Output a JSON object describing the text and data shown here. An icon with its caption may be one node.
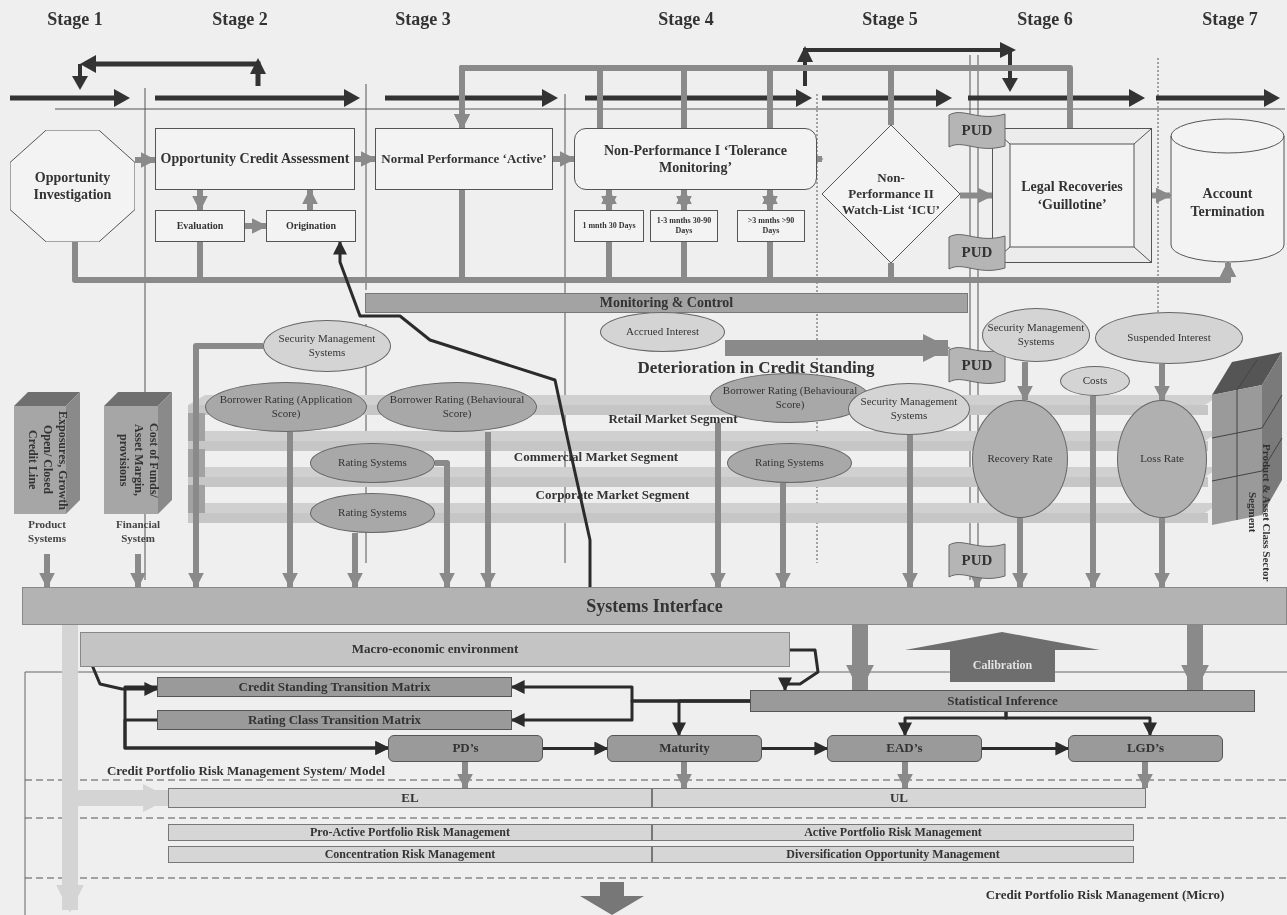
{
  "diagram": {
    "nodes": [
      {
        "text": [
          "Opportunity Investigation"
        ]
      },
      {
        "text": [
          "Opportunity Credit Assessment"
        ]
      },
      {
        "text": [
          "Evaluation"
        ]
      },
      {
        "text": [
          "Origination"
        ]
      },
      {
        "text": [
          "Normal Performance ‘Active’"
        ]
      },
      {
        "text": [
          "Non-Performance I ‘Tolerance Monitoring’"
        ]
      },
      {
        "text": [
          "1 mnth 30 Days"
        ]
      },
      {
        "text": [
          "1-3 mnths 30-90 Days"
        ]
      },
      {
        "text": [
          ">3 mnths >90 Days"
        ]
      },
      {
        "text": [
          "Non-Performance II Watch-List ‘ICU’"
        ]
      },
      {
        "text": [
          "Legal Recoveries ‘Guillotine’"
        ]
      },
      {
        "text": [
          "Account Termination"
        ]
      },
      {
        "text": [
          "PUD"
        ]
      },
      {
        "text": [
          "PUD"
        ]
      },
      {
        "text": [
          "PUD"
        ]
      },
      {
        "text": [
          "PUD"
        ]
      },
      {
        "text": [
          "Monitoring & Control"
        ]
      },
      {
        "text": [
          "Accrued Interest"
        ]
      },
      {
        "text": [
          "Security Management Systems"
        ]
      },
      {
        "text": [
          "Borrower Rating (Application Score)"
        ]
      },
      {
        "text": [
          "Borrower Rating (Behavioural Score)"
        ]
      },
      {
        "text": [
          "Rating Systems"
        ]
      },
      {
        "text": [
          "Rating Systems"
        ]
      },
      {
        "text": [
          "Borrower Rating (Behavioural Score)"
        ]
      },
      {
        "text": [
          "Security Management Systems"
        ]
      },
      {
        "text": [
          "Rating Systems"
        ]
      },
      {
        "text": [
          "Security Management Systems"
        ]
      },
      {
        "text": [
          "Suspended Interest"
        ]
      },
      {
        "text": [
          "Costs"
        ]
      },
      {
        "text": [
          "Recovery Rate"
        ]
      },
      {
        "text": [
          "Loss Rate"
        ]
      },
      {
        "text": [
          "Exposures, Growth Open/ Closed Credit Line"
        ],
        "beside": [
          "Product Systems"
        ]
      },
      {
        "text": [
          "Cost of Funds/ Asset Margin, provisions"
        ],
        "beside": [
          "Financial System"
        ]
      },
      {
        "text": [
          "Systems Interface"
        ]
      },
      {
        "text": [
          "Macro-economic environment"
        ]
      },
      {
        "text": [
          "Calibration"
        ]
      },
      {
        "text": [
          "Credit Standing Transition Matrix"
        ]
      },
      {
        "text": [
          "Rating Class Transition Matrix"
        ]
      },
      {
        "text": [
          "Statistical Inference"
        ]
      },
      {
        "text": [
          "PD’s"
        ]
      },
      {
        "text": [
          "Maturity"
        ]
      },
      {
        "text": [
          "EAD’s"
        ]
      },
      {
        "text": [
          "LGD’s"
        ]
      },
      {
        "text": [
          "EL"
        ]
      },
      {
        "text": [
          "UL"
        ]
      },
      {
        "text": [
          "Pro-Active Portfolio Risk Management"
        ]
      },
      {
        "text": [
          "Active Portfolio Risk Management"
        ]
      },
      {
        "text": [
          "Concentration Risk Management"
        ]
      },
      {
        "text": [
          "Diversification Opportunity Management"
        ]
      },
      {
        "text": [],
        "shape": "arrow"
      }
    ],
    "edges": [
      {
        "from": 0,
        "to": 1,
        "arrow": "to"
      },
      {
        "from": 1,
        "to": 4,
        "arrow": "to"
      },
      {
        "from": 4,
        "to": 5,
        "arrow": "to"
      },
      {
        "from": 5,
        "to": 9,
        "arrow": "to"
      },
      {
        "from": 9,
        "to": 10,
        "arrow": "to"
      },
      {
        "from": 10,
        "to": 11,
        "arrow": "to"
      },
      {
        "from": 1,
        "to": 2,
        "arrow": "to"
      },
      {
        "from": 2,
        "to": 3,
        "arrow": "to"
      },
      {
        "from": 3,
        "to": 1,
        "arrow": "to"
      },
      {
        "from": 5,
        "to": 6,
        "arrow": "both"
      },
      {
        "from": 5,
        "to": 7,
        "arrow": "both"
      },
      {
        "from": 5,
        "to": 8,
        "arrow": "both"
      },
      {
        "from": 0,
        "to": 11,
        "arrow": "to"
      },
      {
        "from": 2,
        "to": 11,
        "arrow": "to"
      },
      {
        "from": 4,
        "to": 11,
        "arrow": "to"
      },
      {
        "from": 6,
        "to": 11,
        "arrow": "to"
      },
      {
        "from": 7,
        "to": 11,
        "arrow": "to"
      },
      {
        "from": 8,
        "to": 11,
        "arrow": "to"
      },
      {
        "from": 9,
        "to": 11,
        "arrow": "to"
      },
      {
        "from": 5,
        "to": 4,
        "arrow": "to"
      },
      {
        "from": 5,
        "to": 4,
        "arrow": "to"
      },
      {
        "from": 5,
        "to": 4,
        "arrow": "to"
      },
      {
        "from": 9,
        "to": 4,
        "arrow": "to"
      },
      {
        "from": 10,
        "to": 4,
        "arrow": "to"
      },
      {
        "from": 33,
        "to": 3,
        "arrow": "to",
        "color": "#2b2b2b"
      },
      {
        "from": 18,
        "to": 33,
        "arrow": "to"
      },
      {
        "from": 19,
        "to": 33,
        "arrow": "to"
      },
      {
        "from": 20,
        "to": 33,
        "arrow": "to"
      },
      {
        "from": 21,
        "to": 33,
        "arrow": "to"
      },
      {
        "from": 22,
        "to": 33,
        "arrow": "to"
      },
      {
        "from": 31,
        "to": 33,
        "arrow": "to"
      },
      {
        "from": 32,
        "to": 33,
        "arrow": "to"
      },
      {
        "from": 23,
        "to": 33,
        "arrow": "to"
      },
      {
        "from": 25,
        "to": 33,
        "arrow": "to"
      },
      {
        "from": 24,
        "to": 33,
        "arrow": "to"
      },
      {
        "from": 15,
        "to": 33,
        "arrow": "to"
      },
      {
        "from": 29,
        "to": 33,
        "arrow": "to"
      },
      {
        "from": 30,
        "to": 33,
        "arrow": "to"
      },
      {
        "from": 28,
        "to": 33,
        "arrow": "to"
      },
      {
        "from": 26,
        "to": 29,
        "arrow": "to"
      },
      {
        "from": 27,
        "to": 30,
        "arrow": "to"
      },
      {
        "from": 17,
        "to": 14,
        "arrow": "to",
        "style": "thick"
      },
      {
        "from": 34,
        "to": 36,
        "arrow": "to",
        "color": "#2b2b2b"
      },
      {
        "from": 34,
        "to": 38,
        "arrow": "to",
        "color": "#2b2b2b"
      },
      {
        "from": 36,
        "to": 39,
        "arrow": "to",
        "color": "#2b2b2b"
      },
      {
        "from": 37,
        "to": 39,
        "arrow": "to",
        "color": "#2b2b2b"
      },
      {
        "from": 38,
        "to": 36,
        "arrow": "to",
        "color": "#2b2b2b"
      },
      {
        "from": 38,
        "to": 37,
        "arrow": "to",
        "color": "#2b2b2b"
      },
      {
        "from": 38,
        "to": 40,
        "arrow": "to",
        "color": "#2b2b2b"
      },
      {
        "from": 38,
        "to": 41,
        "arrow": "to",
        "color": "#2b2b2b"
      },
      {
        "from": 38,
        "to": 42,
        "arrow": "to",
        "color": "#2b2b2b"
      },
      {
        "from": 39,
        "to": 40,
        "arrow": "to",
        "color": "#2b2b2b"
      },
      {
        "from": 40,
        "to": 41,
        "arrow": "to",
        "color": "#2b2b2b"
      },
      {
        "from": 41,
        "to": 42,
        "arrow": "to",
        "color": "#2b2b2b"
      },
      {
        "from": 33,
        "to": 38,
        "arrow": "to",
        "style": "thick"
      },
      {
        "from": 33,
        "to": 38,
        "arrow": "to",
        "style": "thick"
      },
      {
        "from": 33,
        "to": null,
        "arrow": "to",
        "style": "thick",
        "color": "#d4d4d4"
      },
      {
        "from": null,
        "to": 43,
        "arrow": "to",
        "style": "thick",
        "color": "#d4d4d4"
      },
      {
        "from": 39,
        "to": 43,
        "arrow": "to"
      },
      {
        "from": 40,
        "to": 44,
        "arrow": "to"
      },
      {
        "from": 41,
        "to": 44,
        "arrow": "to"
      },
      {
        "from": 42,
        "to": 44,
        "arrow": "to"
      }
    ],
    "labels": [
      "Stage 1",
      "Stage 2",
      "Stage 3",
      "Stage 4",
      "Stage 5",
      "Stage 6",
      "Stage 7",
      "Deterioration in Credit Standing",
      "Retail Market Segment",
      "Commercial Market Segment",
      "Corporate Market Segment",
      "Product & Asset Class Sector Segment",
      "Credit Portfolio Risk Management System/ Model",
      "Credit Portfolio Risk Management (Micro)"
    ]
  }
}
